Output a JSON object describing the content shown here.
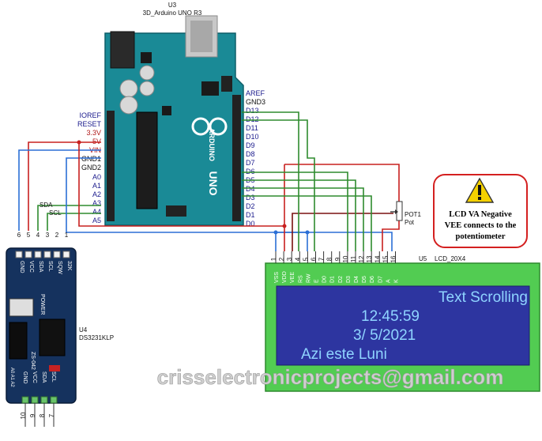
{
  "arduino": {
    "ref": "U3",
    "name": "3D_Arduino UNO R3",
    "board_color": "#1a8a96",
    "left_pins": [
      "IOREF",
      "RESET",
      "3.3V",
      "5V",
      "VIN",
      "GND1",
      "GND2",
      "A0",
      "A1",
      "A2",
      "A3",
      "A4",
      "A5"
    ],
    "right_pins": [
      "AREF",
      "GND3",
      "D13",
      "D12",
      "D11",
      "D10",
      "D9",
      "D8",
      "D7",
      "D6",
      "D5",
      "D4",
      "D3",
      "D2",
      "D1",
      "D0"
    ],
    "logo_text": "ARDUINO",
    "uno_text": "UNO"
  },
  "rtc": {
    "ref": "U4",
    "name": "DS3231KLP",
    "top_pins": [
      "GND",
      "VCC",
      "SDA",
      "SCL",
      "SQW",
      "32K"
    ],
    "top_numbers": [
      "6",
      "5",
      "4",
      "3",
      "2",
      "1"
    ],
    "bottom_pins": [
      "GND",
      "VCC",
      "SDA",
      "SCL"
    ],
    "bottom_numbers": [
      "10",
      "9",
      "8",
      "7"
    ],
    "power_label": "POWER",
    "chip_label": "ZS-042",
    "addr_label": "A0 A1 A2"
  },
  "bus_labels": {
    "sda": "SDA",
    "scl": "SCL"
  },
  "pot": {
    "ref": "POT1",
    "name": "Pot"
  },
  "lcd": {
    "ref": "U5",
    "name": "LCD_20X4",
    "pin_numbers": [
      "1",
      "2",
      "3",
      "4",
      "5",
      "6",
      "7",
      "8",
      "9",
      "10",
      "11",
      "12",
      "13",
      "14",
      "15",
      "16"
    ],
    "pin_names": [
      "VSS",
      "VDD",
      "VEE",
      "RS",
      "RW",
      "E",
      "D0",
      "D1",
      "D2",
      "D3",
      "D4",
      "D5",
      "D6",
      "D7",
      "A",
      "K"
    ],
    "lines": [
      "Text Scrolling",
      "12:45:59",
      "3/ 5/2021",
      "Azi este Luni"
    ],
    "screen_color": "#2d35a0",
    "frame_color": "#52cc52"
  },
  "warning": {
    "icon": "warning-triangle-icon",
    "lines": [
      "LCD VA Negative",
      "VEE connects to the",
      "potentiometer"
    ]
  },
  "watermark": "crisselectronicprojects@gmail.com",
  "wire_colors": {
    "red": "#c8201f",
    "blue": "#2b6fd6",
    "green": "#2e8b2e",
    "dark_red": "#7a1010",
    "gray": "#888888"
  }
}
